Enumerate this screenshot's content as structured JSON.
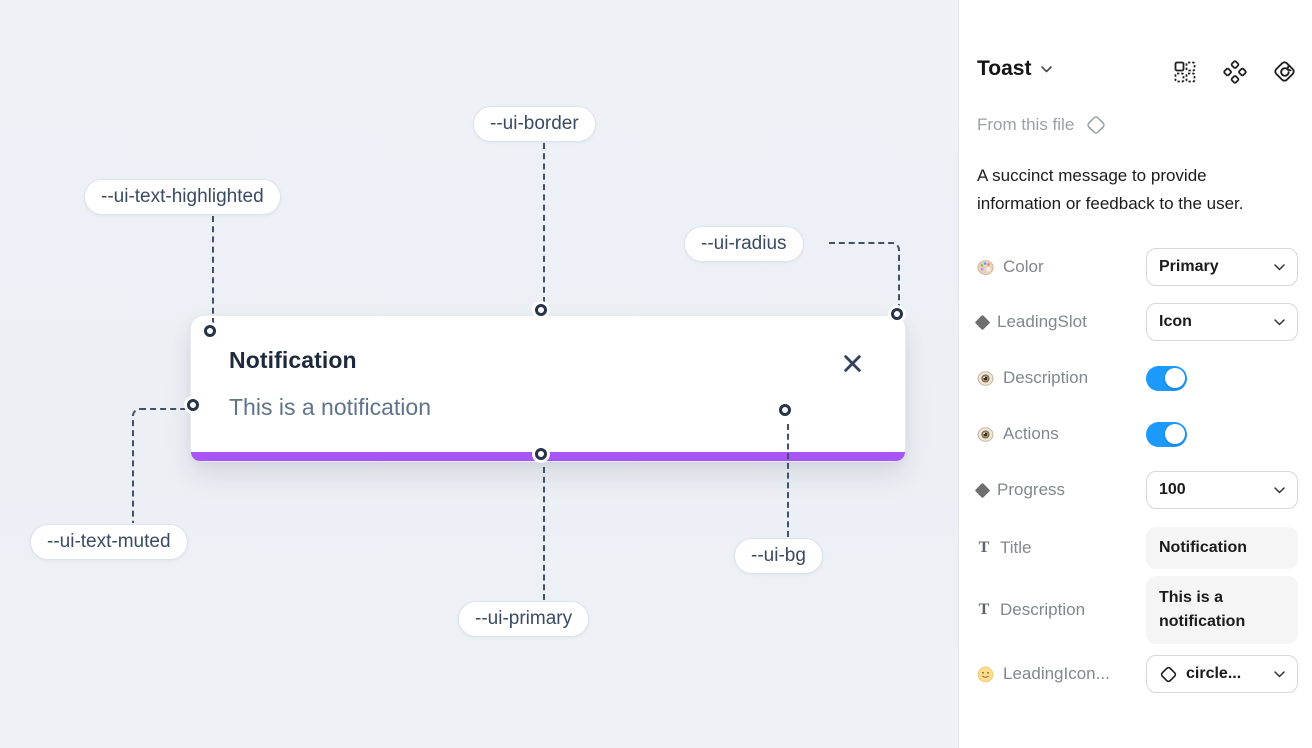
{
  "canvas": {
    "toast": {
      "title": "Notification",
      "description": "This is a notification"
    },
    "labels": {
      "border": "--ui-border",
      "text_highlighted": "--ui-text-highlighted",
      "radius": "--ui-radius",
      "text_muted": "--ui-text-muted",
      "primary": "--ui-primary",
      "bg": "--ui-bg"
    },
    "colors": {
      "progress_bar": "#a855f7",
      "canvas_bg": "#edf0f5"
    }
  },
  "panel": {
    "title": "Toast",
    "source_label": "From this file",
    "description": "A succinct message to provide information or feedback to the user.",
    "icons": {
      "text_glyph": "T"
    },
    "colors": {
      "toggle_on": "#1b9afc"
    },
    "properties": [
      {
        "label": "Color",
        "control": "select",
        "value": "Primary"
      },
      {
        "label": "LeadingSlot",
        "control": "select",
        "value": "Icon"
      },
      {
        "label": "Description",
        "control": "toggle",
        "value": "on"
      },
      {
        "label": "Actions",
        "control": "toggle",
        "value": "on"
      },
      {
        "label": "Progress",
        "control": "select",
        "value": "100"
      },
      {
        "label": "Title",
        "control": "text",
        "value": "Notification"
      },
      {
        "label": "Description",
        "control": "text",
        "value": "This is a notification"
      },
      {
        "label": "LeadingIcon...",
        "control": "select",
        "value": "circle..."
      }
    ]
  }
}
